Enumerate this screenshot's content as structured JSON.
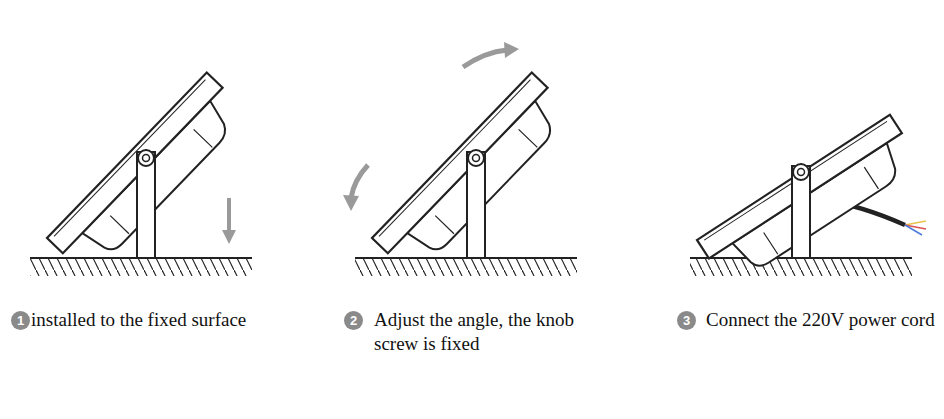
{
  "diagram": {
    "labels": [
      "1",
      "installed to the fixed surface",
      "2",
      "Adjust the angle, the knob screw is fixed",
      "3",
      "Connect the 220V power cord"
    ]
  }
}
